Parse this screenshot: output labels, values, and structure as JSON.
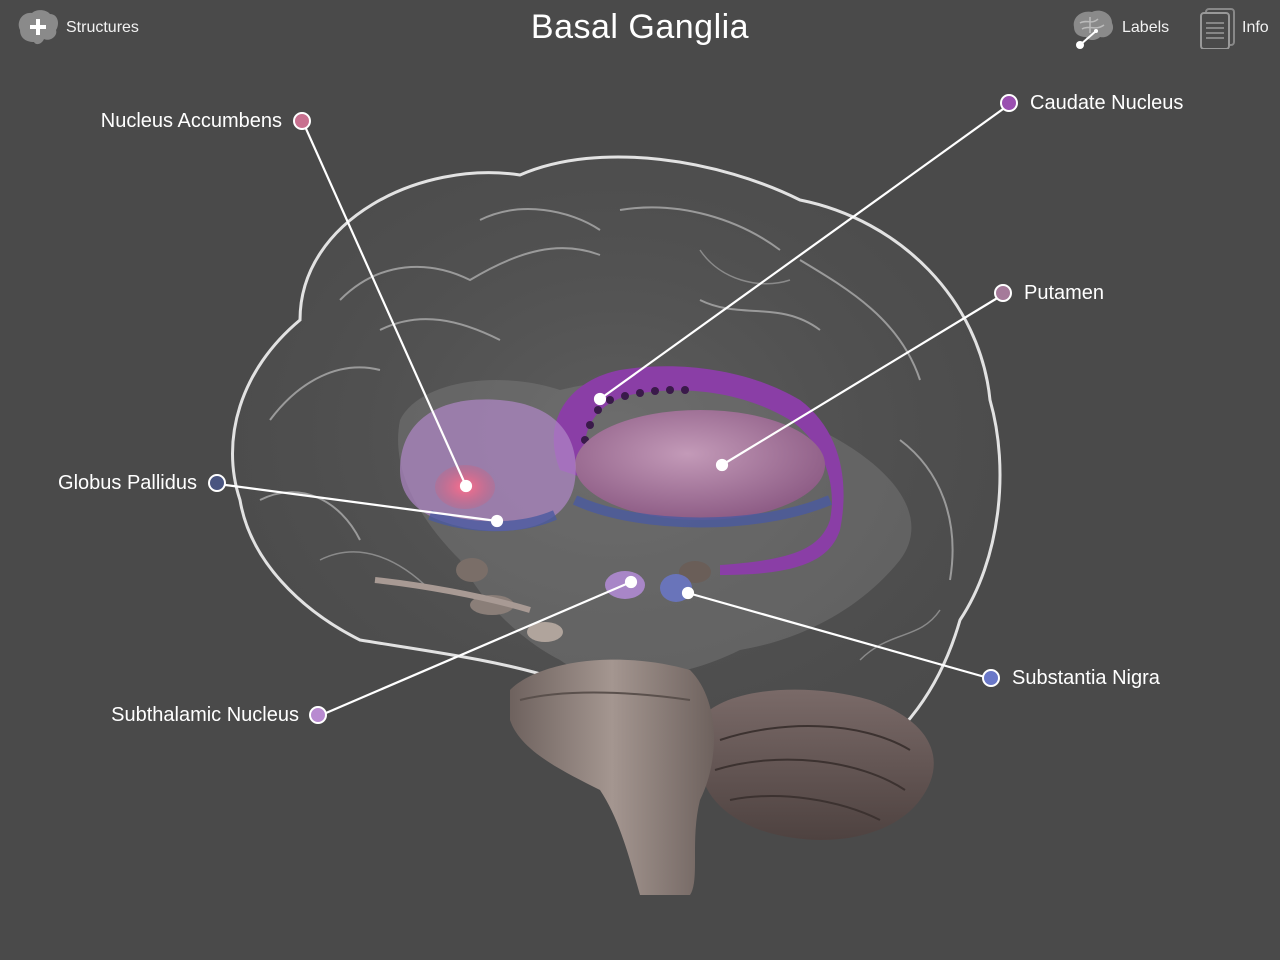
{
  "app": {
    "title": "Basal Ganglia"
  },
  "toolbar": {
    "structures_label": "Structures",
    "labels_label": "Labels",
    "info_label": "Info"
  },
  "labels": {
    "nucleus_accumbens": {
      "text": "Nucleus Accumbens",
      "color": "#c8708f"
    },
    "caudate_nucleus": {
      "text": "Caudate Nucleus",
      "color": "#9a4fb0"
    },
    "putamen": {
      "text": "Putamen",
      "color": "#a57a9a"
    },
    "globus_pallidus": {
      "text": "Globus Pallidus",
      "color": "#4a5580"
    },
    "subthalamic_nucleus": {
      "text": "Subthalamic Nucleus",
      "color": "#b88ad0"
    },
    "substantia_nigra": {
      "text": "Substantia Nigra",
      "color": "#6a78c8"
    }
  },
  "colors": {
    "background": "#4a4a4a",
    "brain_outline": "#d8d8d8",
    "cerebellum": "#6b5a5a",
    "brainstem": "#8a7e78"
  }
}
